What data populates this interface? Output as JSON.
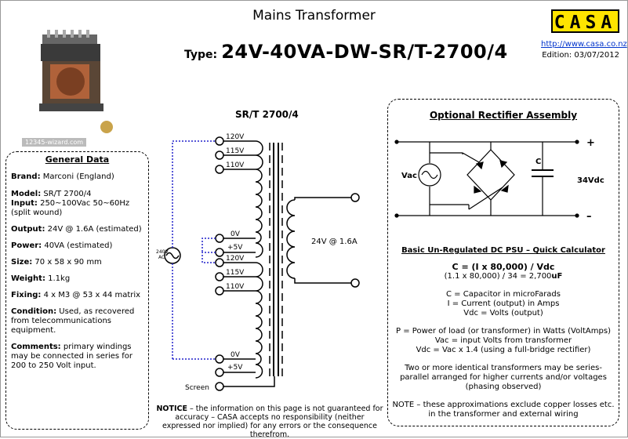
{
  "header": {
    "title": "Mains Transformer",
    "type_label": "Type:",
    "type_value": "24V-40VA-DW-SR/T-2700/4",
    "logo": "CASA",
    "url": "http://www.casa.co.nz",
    "edition": "Edition: 03/07/2012",
    "watermark": "12345-wizard.com"
  },
  "general": {
    "title": "General Data",
    "items": [
      {
        "label": "Brand:",
        "value": " Marconi (England)"
      },
      {
        "label": "Model:",
        "value": " SR/T 2700/4"
      },
      {
        "label": "Input:",
        "value": " 250~100Vac 50~60Hz (split wound)"
      },
      {
        "label": "Output:",
        "value": " 24V @ 1.6A (estimated)"
      },
      {
        "label": "Power:",
        "value": " 40VA (estimated)"
      },
      {
        "label": "Size:",
        "value": " 70 x 58 x 90 mm"
      },
      {
        "label": "Weight:",
        "value": " 1.1kg"
      },
      {
        "label": "Fixing:",
        "value": " 4 x M3 @ 53 x 44 matrix"
      },
      {
        "label": "Condition:",
        "value": " Used, as recovered from telecommunications equipment."
      },
      {
        "label": "Comments:",
        "value": "  primary windings may be connected in series for 200 to 250 Volt input."
      }
    ]
  },
  "schematic": {
    "title": "SR/T 2700/4",
    "tap_120_a": "120V",
    "tap_115_a": "115V",
    "tap_110_a": "110V",
    "tap_0_a": "0V",
    "tap_5_a": "+5V",
    "tap_120_b": "120V",
    "tap_115_b": "115V",
    "tap_110_b": "110V",
    "tap_0_b": "0V",
    "tap_5_b": "+5V",
    "source_label_1": "240V",
    "source_label_2": "AC",
    "output_label": "24V @ 1.6A",
    "screen_label": "Screen"
  },
  "rectifier": {
    "title": "Optional Rectifier Assembly",
    "vac": "Vac",
    "cap": "C",
    "vdc": "34Vdc",
    "plus": "+",
    "minus": "–"
  },
  "calculator": {
    "subtitle": "Basic Un-Regulated DC PSU – Quick Calculator",
    "formula": "C = (I x 80,000) / Vdc",
    "example_prefix": "(1.1 x 80,000) / 34 = 2,700",
    "example_unit": "uF",
    "def1": "C = Capacitor in microFarads",
    "def2": "I = Current (output) in Amps",
    "def3": "Vdc = Volts (output)",
    "def4": "P = Power of load (or transformer) in Watts (VoltAmps)",
    "def5": "Vac = input Volts from transformer",
    "def6": "Vdc = Vac x 1.4 (using a full-bridge rectifier)",
    "para1": "Two or more identical transformers may be series-parallel arranged for higher currents and/or voltages (phasing observed)",
    "para2": "NOTE – these approximations exclude copper losses etc. in the transformer and external wiring"
  },
  "notice": {
    "label": "NOTICE",
    "text": " – the information on this page is not guaranteed for accuracy – CASA accepts no responsibility (neither expressed nor implied) for any errors or the consequence therefrom."
  },
  "colors": {
    "logo_bg": "#ffe400",
    "link": "#0033cc",
    "jumper": "#2222cc"
  }
}
